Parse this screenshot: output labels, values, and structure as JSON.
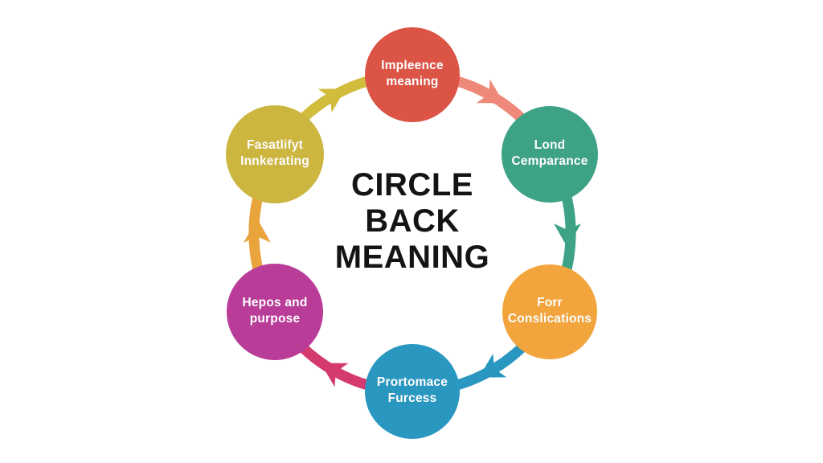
{
  "title": "CIRCLE\nBACK\nMEANING",
  "background_color": "#ffffff",
  "title_color": "#141414",
  "label_color": "#ffffff",
  "diagram_type": "cycle",
  "direction": "clockwise",
  "nodes": [
    {
      "id": "impleence-meaning",
      "label": "Impleence\nmeaning",
      "color": "#dc5446",
      "position": "top"
    },
    {
      "id": "lond-cemparance",
      "label": "Lond\nCemparance",
      "color": "#3ea287",
      "position": "top-right"
    },
    {
      "id": "forr-conslications",
      "label": "Forr\nConslications",
      "color": "#f2a53d",
      "position": "bottom-right"
    },
    {
      "id": "prortomace-furcess",
      "label": "Prortomace\nFurcess",
      "color": "#2a97c1",
      "position": "bottom"
    },
    {
      "id": "hepos-and-purpose",
      "label": "Hepos and\npurpose",
      "color": "#b93c99",
      "position": "bottom-left"
    },
    {
      "id": "fasatlifyt-innkerating",
      "label": "Fasatlifyt\nInnkerating",
      "color": "#cdb640",
      "position": "top-left"
    }
  ],
  "edges": [
    {
      "from": "impleence-meaning",
      "to": "lond-cemparance",
      "color": "#ee8878"
    },
    {
      "from": "lond-cemparance",
      "to": "forr-conslications",
      "color": "#3ea287"
    },
    {
      "from": "forr-conslications",
      "to": "prortomace-furcess",
      "color": "#2a97c1"
    },
    {
      "from": "prortomace-furcess",
      "to": "hepos-and-purpose",
      "color": "#d43970"
    },
    {
      "from": "hepos-and-purpose",
      "to": "fasatlifyt-innkerating",
      "color": "#e9a43c"
    },
    {
      "from": "fasatlifyt-innkerating",
      "to": "impleence-meaning",
      "color": "#d2bc3c"
    }
  ]
}
